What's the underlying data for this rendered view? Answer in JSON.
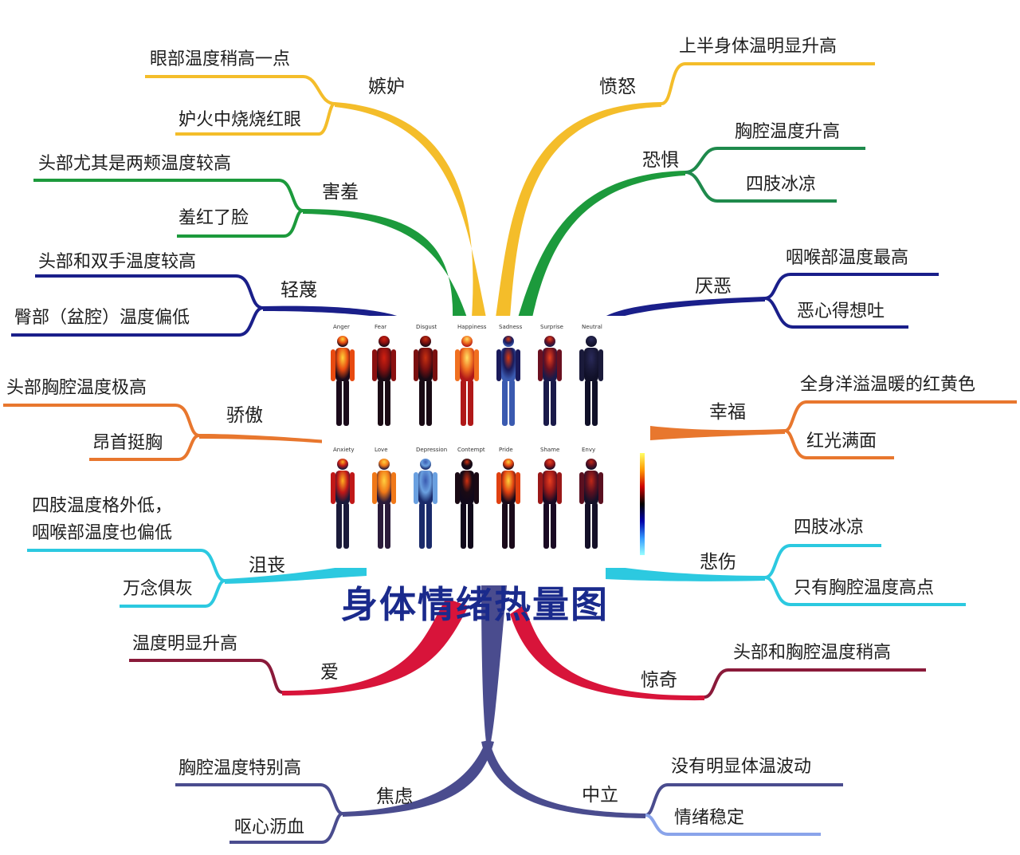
{
  "title": "身体情绪热量图",
  "colors": {
    "yellow": "#f4bd2a",
    "green": "#1c9a3c",
    "darkgreen": "#1f8a4c",
    "navy": "#1a1f8a",
    "orange": "#e8772e",
    "cyan": "#2cc9e0",
    "red": "#d8143a",
    "purple": "#4a4c8e",
    "darkred": "#8a1a3a"
  },
  "emotions": {
    "jealousy": {
      "label": "嫉妒",
      "details": [
        "眼部温度稍高一点",
        "妒火中烧烧红眼"
      ]
    },
    "shame": {
      "label": "害羞",
      "details": [
        "头部尤其是两颊温度较高",
        "羞红了脸"
      ]
    },
    "contempt": {
      "label": "轻蔑",
      "details": [
        "头部和双手温度较高",
        "臀部（盆腔）温度偏低"
      ]
    },
    "pride": {
      "label": "骄傲",
      "details": [
        "头部胸腔温度极高",
        "昂首挺胸"
      ]
    },
    "depression": {
      "label": "沮丧",
      "details": [
        "四肢温度格外低，",
        "咽喉部温度也偏低",
        "万念俱灰"
      ]
    },
    "love": {
      "label": "爱",
      "details": [
        "温度明显升高"
      ]
    },
    "anxiety": {
      "label": "焦虑",
      "details": [
        "胸腔温度特别高",
        "呕心沥血"
      ]
    },
    "anger": {
      "label": "愤怒",
      "details": [
        "上半身体温明显升高"
      ]
    },
    "fear": {
      "label": "恐惧",
      "details": [
        "胸腔温度升高",
        "四肢冰凉"
      ]
    },
    "disgust": {
      "label": "厌恶",
      "details": [
        "咽喉部温度最高",
        "恶心得想吐"
      ]
    },
    "happiness": {
      "label": "幸福",
      "details": [
        "全身洋溢温暖的红黄色",
        "红光满面"
      ]
    },
    "sadness": {
      "label": "悲伤",
      "details": [
        "四肢冰凉",
        "只有胸腔温度高点"
      ]
    },
    "surprise": {
      "label": "惊奇",
      "details": [
        "头部和胸腔温度稍高"
      ]
    },
    "neutral": {
      "label": "中立",
      "details": [
        "没有明显体温波动",
        "情绪稳定"
      ]
    }
  },
  "figures_row1": [
    "Anger",
    "Fear",
    "Disgust",
    "Happiness",
    "Sadness",
    "Surprise",
    "Neutral"
  ],
  "figures_row2": [
    "Anxiety",
    "Love",
    "Depression",
    "Contempt",
    "Pride",
    "Shame",
    "Envy"
  ]
}
